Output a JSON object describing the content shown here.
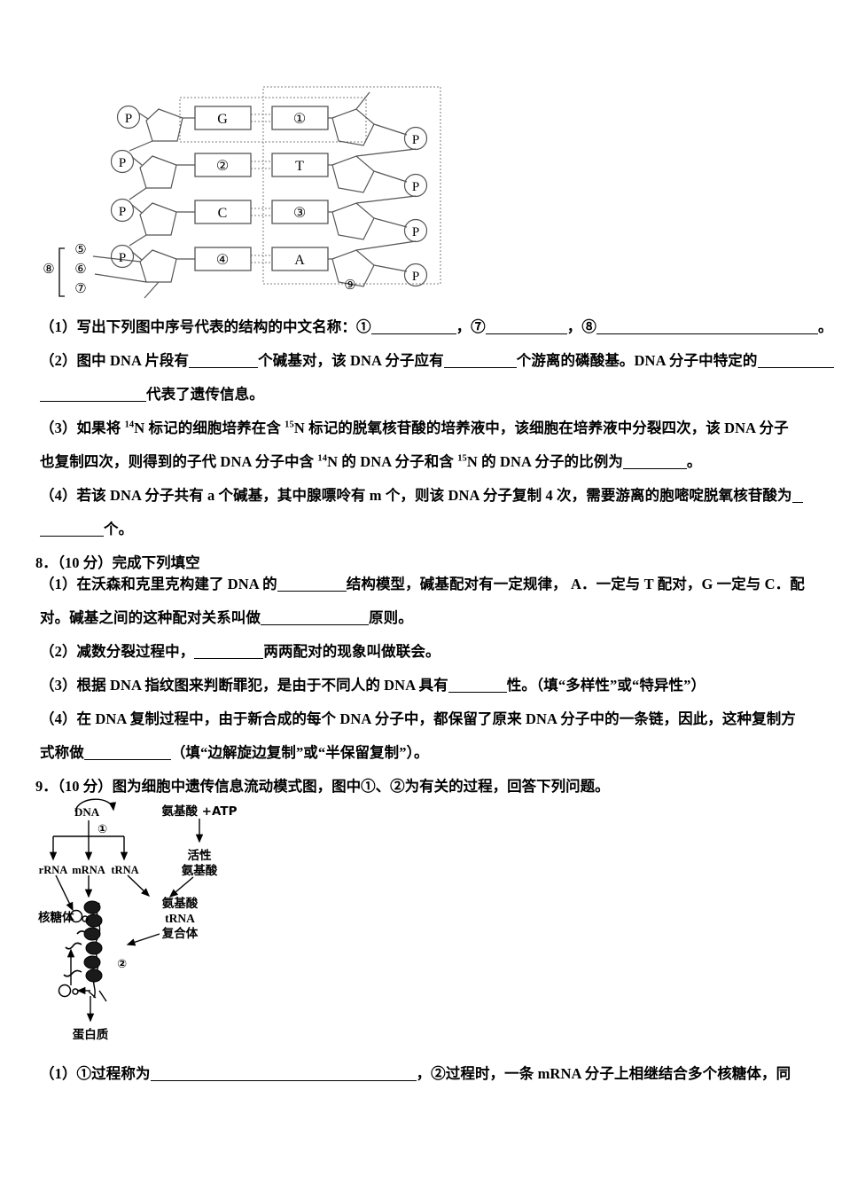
{
  "document": {
    "type": "exam-worksheet",
    "subject": "biology-dna-genetics",
    "language": "zh-CN"
  },
  "dna_figure": {
    "name": "dna-fragment-structure-diagram",
    "left_strand_phosphates": [
      "P",
      "P",
      "P",
      "P"
    ],
    "right_strand_phosphates": [
      "P",
      "P",
      "P",
      "P"
    ],
    "left_bases": [
      "G",
      "②",
      "C",
      "④"
    ],
    "right_bases": [
      "①",
      "T",
      "③",
      "A"
    ],
    "bracket_labels": [
      "⑤",
      "⑥",
      "⑦"
    ],
    "bracket_group_label": "⑧",
    "strand_label": "⑨"
  },
  "q7": {
    "item1": {
      "prefix": "（1）写出下列图中序号代表的结构的中文名称：①",
      "mid1": "，⑦",
      "mid2": "，⑧",
      "suffix": "。"
    },
    "item2": {
      "line1_a": "（2）图中 DNA 片段有",
      "line1_b": "个碱基对，该 DNA 分子应有",
      "line1_c": "个游离的磷酸基。DNA 分子中特定的",
      "line2_b": "代表了遗传信息。"
    },
    "item3": {
      "line1_a": "（3）如果将 ",
      "line1_sup1": "14",
      "line1_b": "N 标记的细胞培养在含 ",
      "line1_sup2": "15",
      "line1_c": "N 标记的脱氧核苷酸的培养液中，该细胞在培养液中分裂四次，该 DNA 分子",
      "line2_a": "也复制四次，则得到的子代 DNA 分子中含 ",
      "line2_sup1": "14",
      "line2_b": "N 的 DNA 分子和含 ",
      "line2_sup2": "15",
      "line2_c": "N 的 DNA 分子的比例为",
      "line2_d": "。"
    },
    "item4": {
      "line1": "（4）若该 DNA 分子共有 a 个碱基，其中腺嘌呤有 m 个，则该 DNA 分子复制 4 次，需要游离的胞嘧啶脱氧核苷酸为",
      "line2_b": "个。"
    }
  },
  "q8": {
    "number": "8．",
    "score": "（10 分）",
    "title": "完成下列填空",
    "item1": {
      "line1_a": "（1）在沃森和克里克构建了 DNA 的",
      "line1_b": "结构模型，碱基配对有一定规律， A．一定与 T 配对，G 一定与 C．配",
      "line2_a": "对。碱基之间的这种配对关系叫做",
      "line2_b": "原则。"
    },
    "item2": {
      "line1_a": "（2）减数分裂过程中，",
      "line1_b": "两两配对的现象叫做联会。"
    },
    "item3": {
      "line1_a": "（3）根据 DNA 指纹图来判断罪犯，是由于不同人的 DNA 具有",
      "line1_b": "性。（填“多样性”或“特异性”）"
    },
    "item4": {
      "line1": "（4）在 DNA 复制过程中，由于新合成的每个 DNA 分子中，都保留了原来 DNA 分子中的一条链，因此，这种复制方",
      "line2_a": "式称做",
      "line2_b": "（填“边解旋边复制”或“半保留复制”）。"
    }
  },
  "q9": {
    "number": "9．",
    "score": "（10 分）",
    "title": "图为细胞中遗传信息流动模式图，图中①、②为有关的过程，回答下列问题。",
    "item1": {
      "line1_a": "（1）①过程称为",
      "line1_b": "，②过程时，一条 mRNA 分子上相继结合多个核糖体，同"
    }
  },
  "flow_figure": {
    "name": "genetic-information-flow-diagram",
    "dna_label": "DNA",
    "process1_label": "①",
    "process2_label": "②",
    "rrna_label": "rRNA",
    "mrna_label": "mRNA",
    "trna_label": "tRNA",
    "amino_atp_label": "氨基酸 +ATP",
    "active_amino_line1": "活性",
    "active_amino_line2": "氨基酸",
    "complex_line1": "氨基酸",
    "complex_line2": "tRNA",
    "complex_line3": "复合体",
    "ribosome_label": "核糖体",
    "protein_label": "蛋白质"
  },
  "colors": {
    "ink": "#000000",
    "paper": "#ffffff",
    "figure_line": "#555555",
    "dashed": "#999999"
  }
}
